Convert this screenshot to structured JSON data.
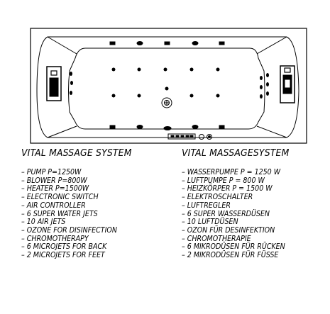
{
  "diagram": {
    "control_panel_label": "▭▯▯▯▯▯",
    "jets": {
      "massage_jets_count": 10,
      "water_jets_count": 6,
      "drain_count": 1
    }
  },
  "specs_en": {
    "title": "VITAL MASSAGE SYSTEM",
    "items": [
      "– PUMP P=1250W",
      "– BLOWER P=800W",
      "– HEATER P=1500W",
      "– ELECTRONIC SWITCH",
      "– AIR CONTROLLER",
      "– 6 SUPER WATER JETS",
      "– 10 AIR JETS",
      "– OZONE FOR DISINFECTION",
      "– CHROMOTHERAPY",
      "– 6 MICROJETS FOR BACK",
      "– 2 MICROJETS FOR FEET"
    ]
  },
  "specs_de": {
    "title": "VITAL MASSAGESYSTEM",
    "items": [
      "– WASSERPUMPE P = 1250 W",
      "– LUFTPUMPE P = 800 W",
      "– HEIZKÖRPER P = 1500 W",
      "– ELEKTROSCHALTER",
      "– LUFTREGLER",
      "– 6 SUPER WASSERDÜSEN",
      "– 10 LUFTDÜSEN",
      "– OZON FÜR DESINFEKTION",
      "– CHROMOTHERAPIE",
      "– 6 MIKRODÜSEN FÜR RÜCKEN",
      "– 2 MIKRODÜSEN FÜR FÜSSE"
    ]
  }
}
